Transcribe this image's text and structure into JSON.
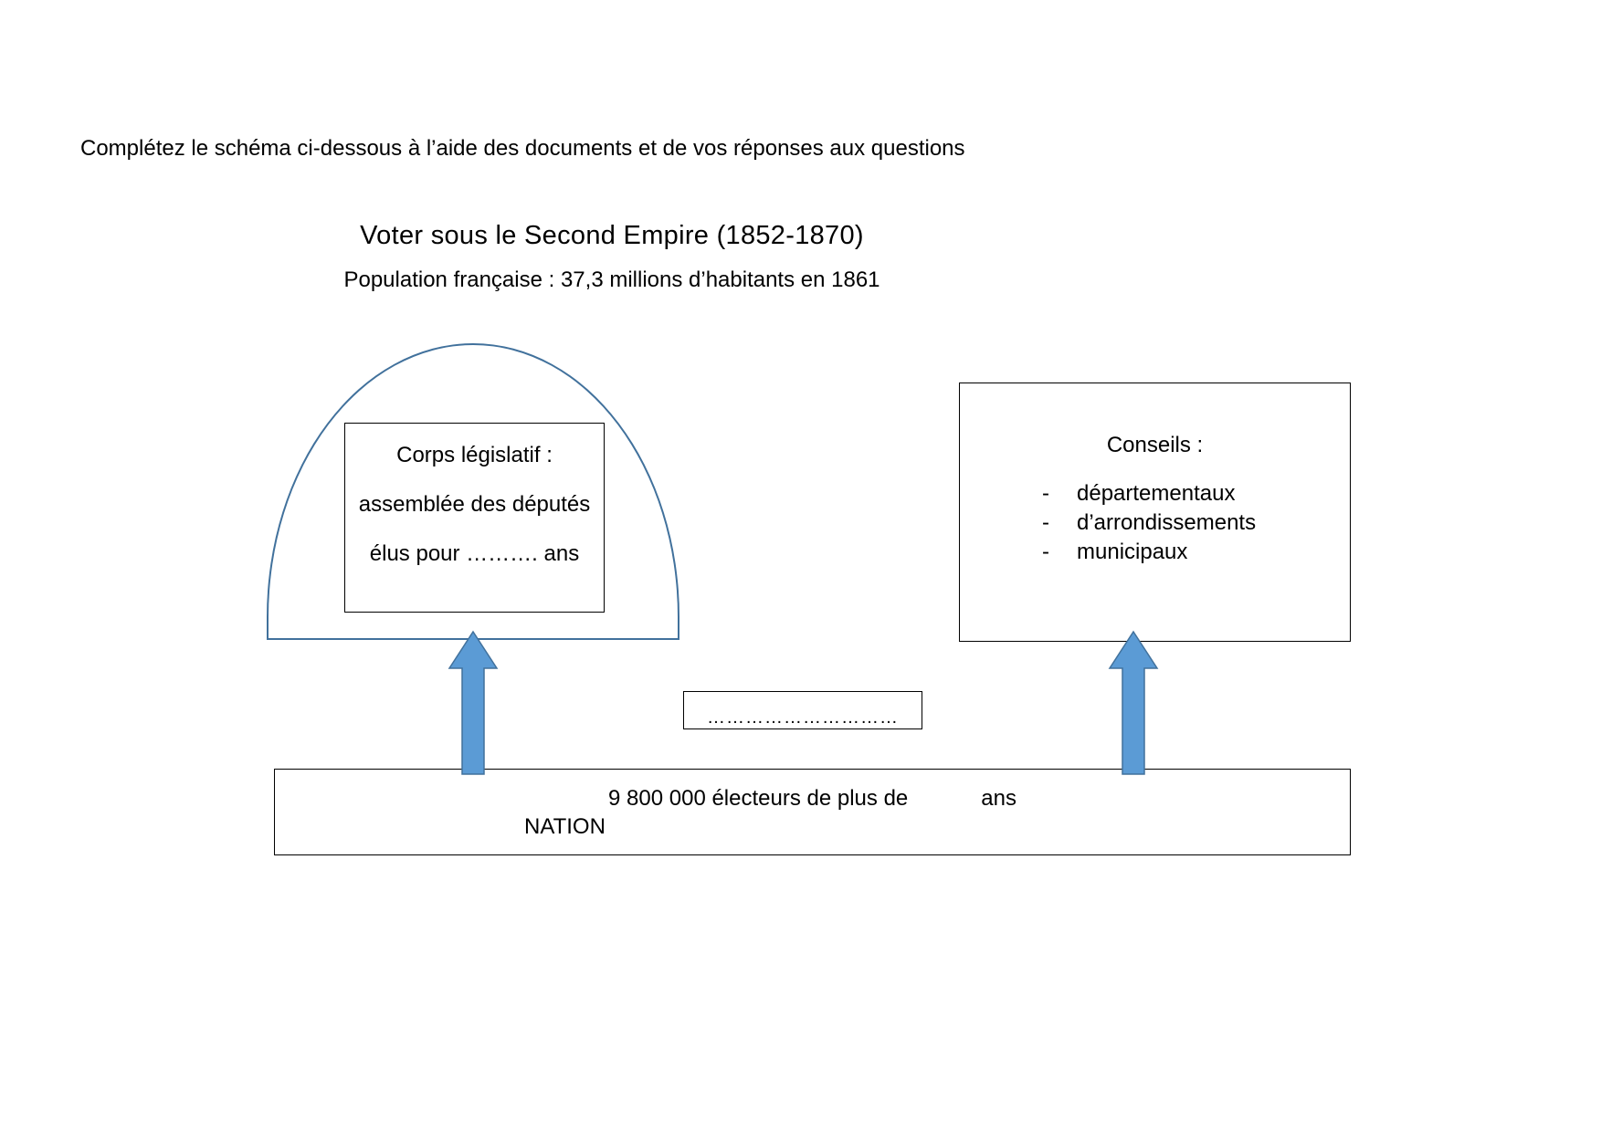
{
  "instruction": "Complétez le schéma ci-dessous à l’aide des documents et de vos réponses aux questions",
  "diagram": {
    "title": "Voter sous le Second Empire (1852-1870)",
    "subtitle": "Population française : 37,3 millions d’habitants en 1861",
    "legislative_box": {
      "line1": "Corps législatif :",
      "line2": "assemblée des députés",
      "line3": "élus pour ………. ans"
    },
    "councils_box": {
      "heading": "Conseils :",
      "dash": "-",
      "items": [
        "départementaux",
        "d’arrondissements",
        "municipaux"
      ]
    },
    "blank_box": {
      "dots": "…………………………"
    },
    "nation_box": {
      "line1_a": "9 800 000 électeurs de plus de",
      "line1_b": "ans",
      "line2": "NATION"
    },
    "arrows": {
      "left_label": "arrow-up-to-legislative",
      "right_label": "arrow-up-to-councils"
    },
    "colors": {
      "arrow_fill": "#5B9BD5",
      "arrow_stroke": "#41719C",
      "dome_stroke": "#41719C",
      "box_stroke": "#000000",
      "text": "#000000",
      "background": "#FFFFFF"
    }
  }
}
